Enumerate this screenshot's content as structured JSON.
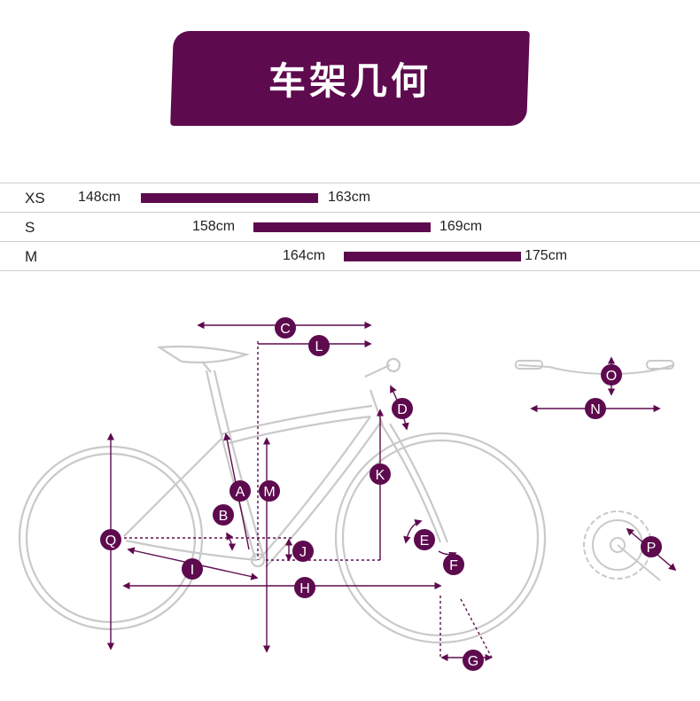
{
  "header": {
    "title": "车架几何"
  },
  "colors": {
    "accent": "#5e0a4e",
    "frame_line": "#c9c9c9"
  },
  "sizes": [
    {
      "label": "XS",
      "min": "148cm",
      "max": "163cm"
    },
    {
      "label": "S",
      "min": "158cm",
      "max": "169cm"
    },
    {
      "label": "M",
      "min": "164cm",
      "max": "175cm"
    }
  ],
  "markers": [
    "A",
    "B",
    "C",
    "D",
    "E",
    "F",
    "G",
    "H",
    "I",
    "J",
    "K",
    "L",
    "M",
    "N",
    "O",
    "P",
    "Q"
  ]
}
